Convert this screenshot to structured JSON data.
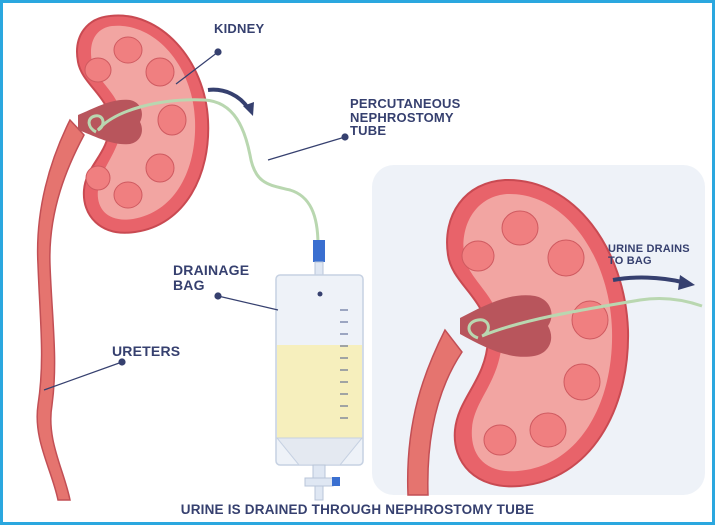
{
  "labels": {
    "kidney": "KIDNEY",
    "tube": "PERCUTANEOUS\nNEPHROSTOMY\nTUBE",
    "bag": "DRAINAGE\nBAG",
    "ureters": "URETERS",
    "drains": "URINE DRAINS\nTO BAG"
  },
  "caption": "URINE IS DRAINED THROUGH NEPHROSTOMY TUBE",
  "colors": {
    "border": "#2aa7df",
    "text": "#36406f",
    "kidney_outer": "#e8636a",
    "kidney_cortex": "#f2a5a2",
    "kidney_dark": "#b8555c",
    "tube": "#b9d7b0",
    "urine": "#f6efbd",
    "panel": "#eef2f8"
  }
}
